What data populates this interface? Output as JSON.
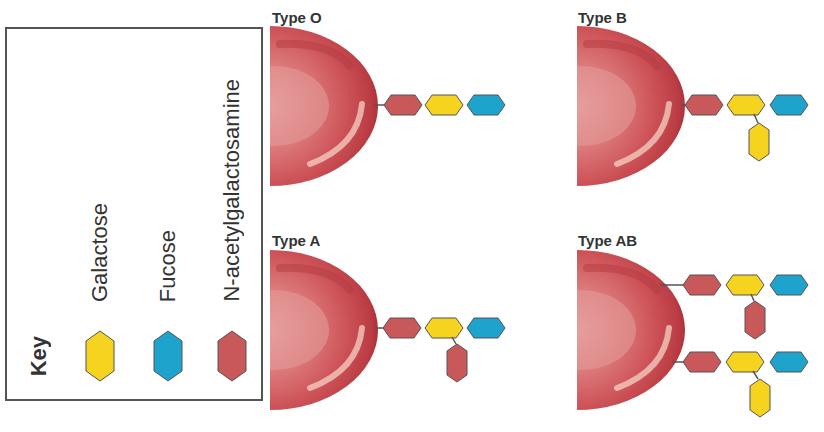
{
  "diagram": {
    "labels": [
      "Key",
      "Type O",
      "Type B",
      "Type A",
      "Type AB"
    ],
    "legend": [
      {
        "text": "Galactose",
        "color": "#f6d31f"
      },
      {
        "text": "Fucose",
        "color": "#1ea3cc"
      },
      {
        "text": "N-acetylgalactosamine",
        "color": "#c9585a"
      }
    ]
  }
}
